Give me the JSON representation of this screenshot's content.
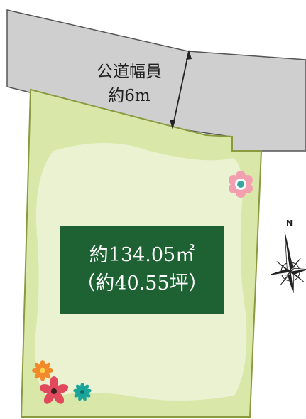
{
  "road": {
    "label_line1": "公道幅員",
    "label_line2": "約6m"
  },
  "lot": {
    "area_sqm": "約134.05㎡",
    "area_tsubo": "（約40.55坪）"
  },
  "compass": {
    "north_label": "N"
  },
  "colors": {
    "road_fill": "#cfcfcf",
    "road_outline": "#555555",
    "lot_fill": "#d9e8a8",
    "lot_inner": "#eaf2d2",
    "lot_border": "#8a9a3f",
    "area_box": "#1e6234"
  }
}
